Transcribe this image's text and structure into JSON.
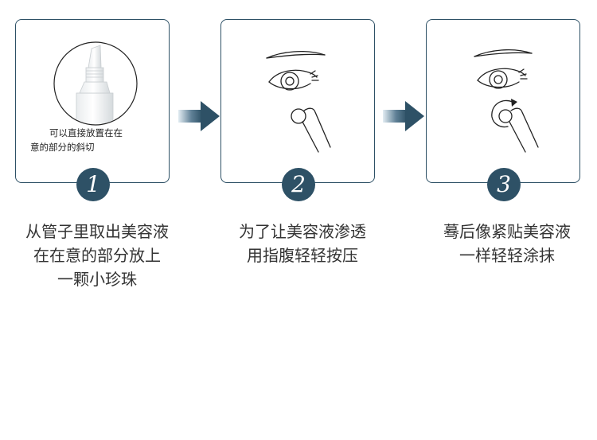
{
  "steps": [
    {
      "number": "1",
      "note_lines": [
        "可以直接放置在在",
        "意的部分的斜切"
      ],
      "caption_lines": [
        "从管子里取出美容液",
        "在在意的部分放上",
        "一颗小珍珠"
      ]
    },
    {
      "number": "2",
      "caption_lines": [
        "为了让美容液渗透",
        "用指腹轻轻按压"
      ]
    },
    {
      "number": "3",
      "caption_lines": [
        "蓦后像紧贴美容液",
        "一样轻轻涂抹"
      ]
    }
  ],
  "colors": {
    "accent": "#2e5166",
    "arrow_dark": "#2e5166",
    "arrow_light": "#e3edf3",
    "text": "#333333"
  },
  "icons": [
    "tube-tip-icon",
    "eye-icon",
    "fingertip-icon",
    "arrow-right-icon",
    "circular-motion-icon"
  ]
}
